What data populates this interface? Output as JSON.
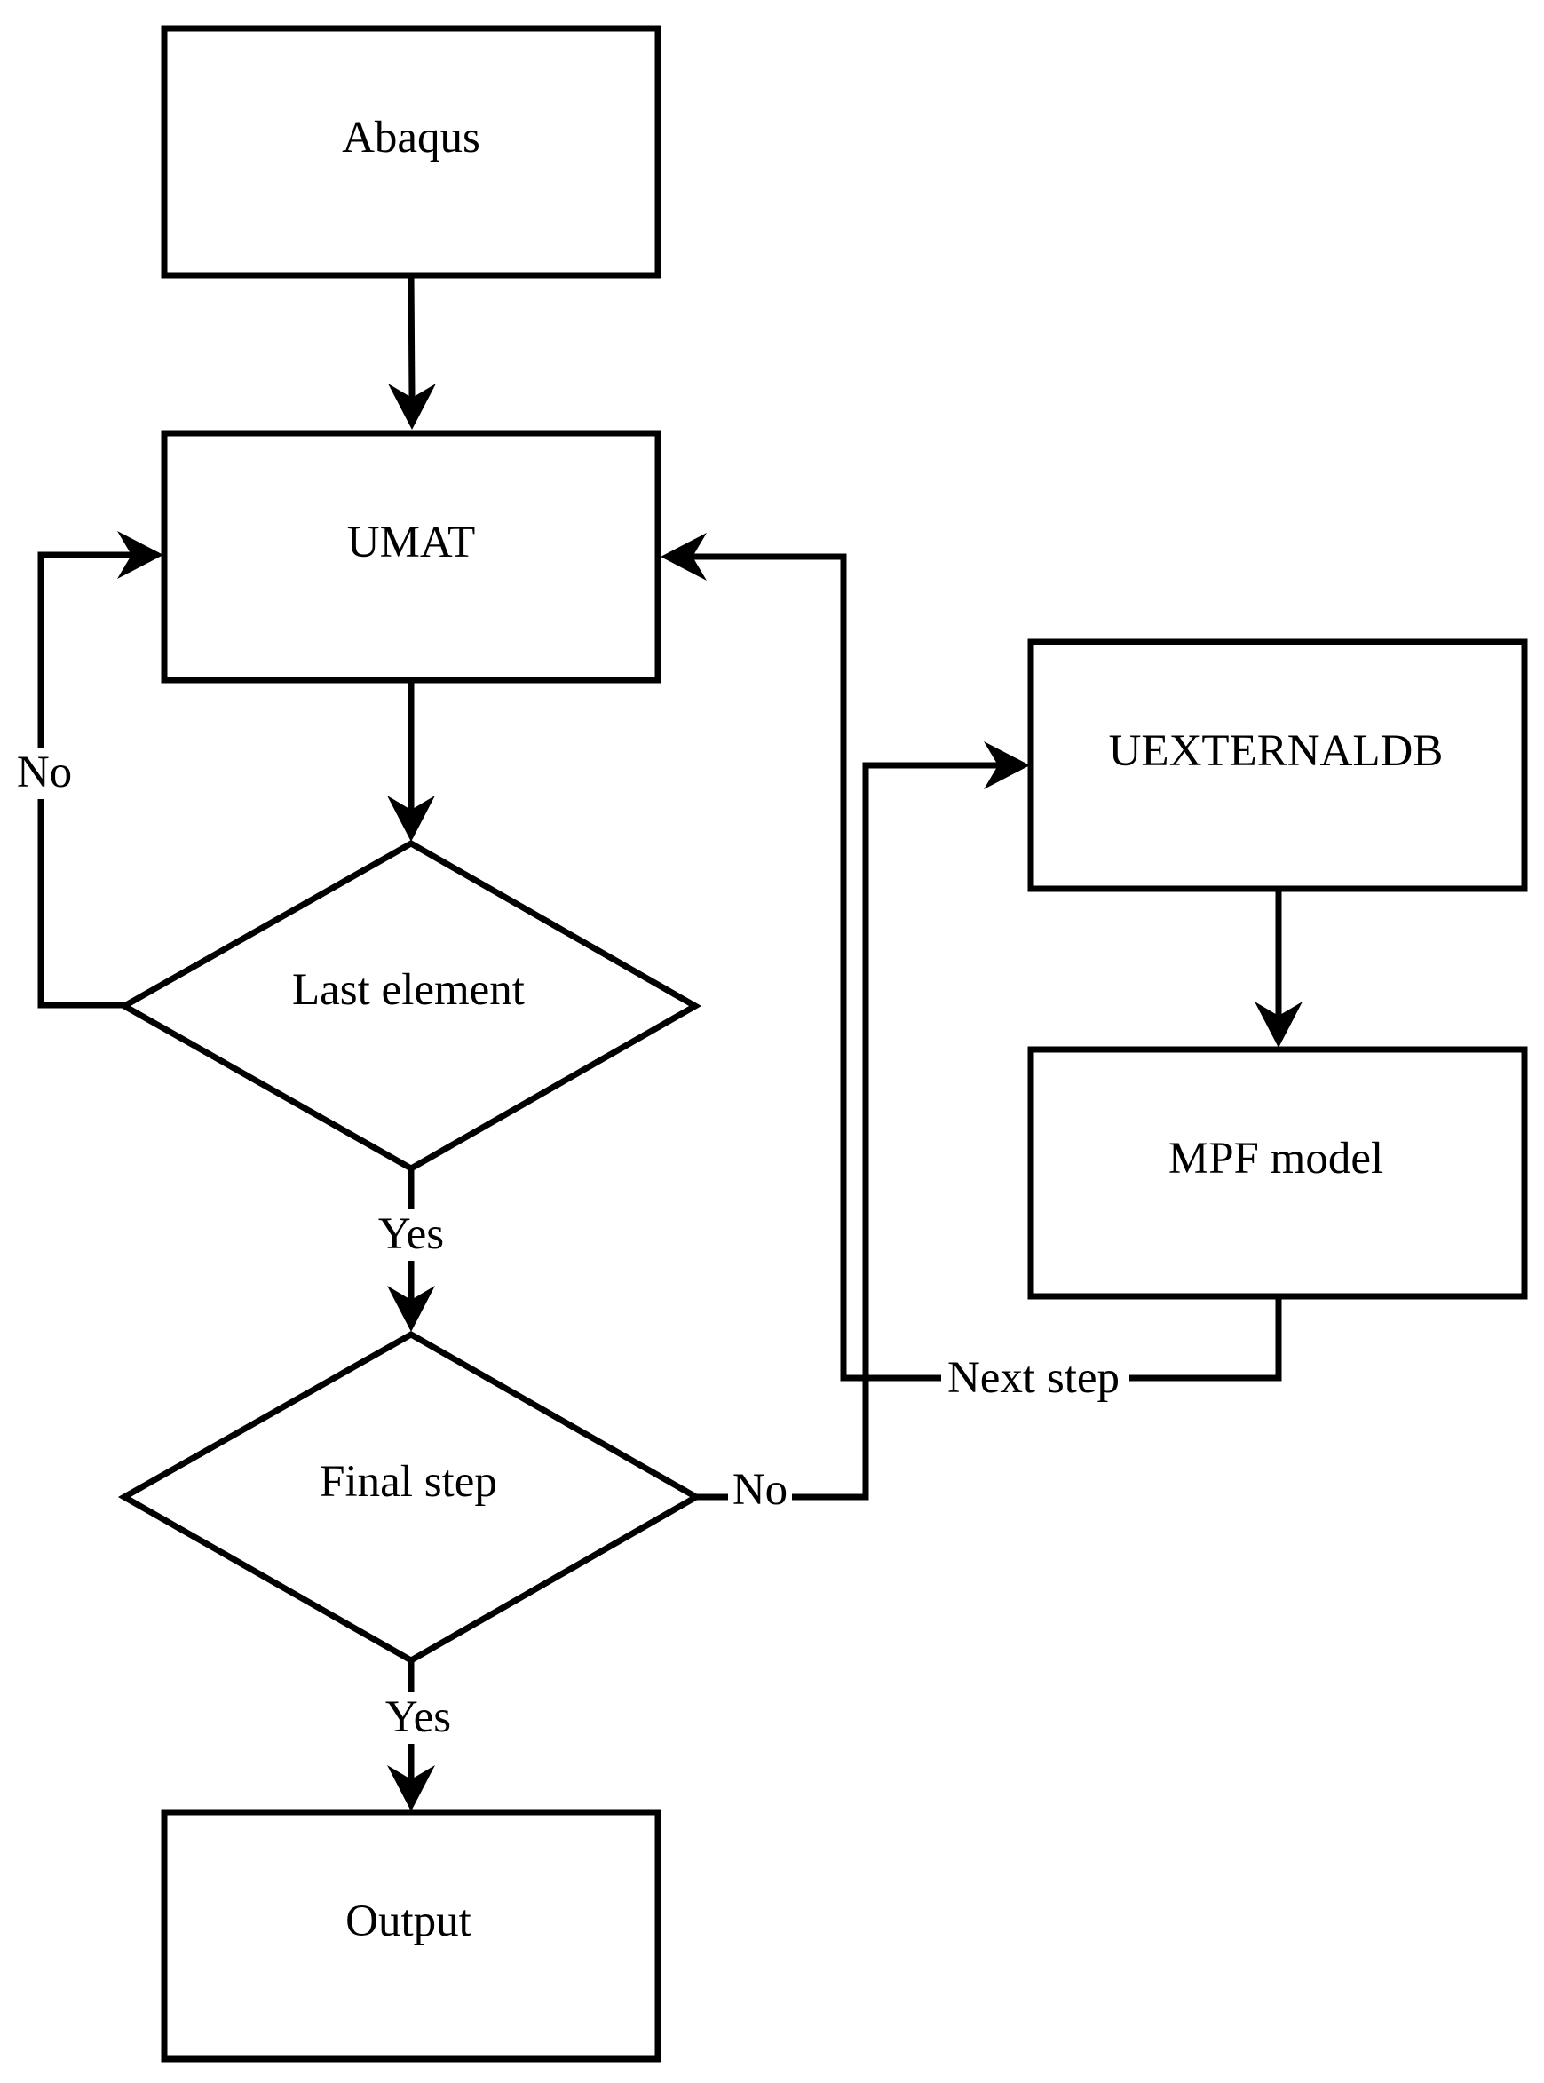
{
  "diagram": {
    "type": "flowchart",
    "nodes": {
      "abaqus": {
        "label": "Abaqus",
        "shape": "rectangle"
      },
      "umat": {
        "label": "UMAT",
        "shape": "rectangle"
      },
      "last_element": {
        "label": "Last element",
        "shape": "diamond"
      },
      "final_step": {
        "label": "Final step",
        "shape": "diamond"
      },
      "output": {
        "label": "Output",
        "shape": "rectangle"
      },
      "uexternaldb": {
        "label": "UEXTERNALDB",
        "shape": "rectangle"
      },
      "mpf_model": {
        "label": "MPF model",
        "shape": "rectangle"
      }
    },
    "edges": {
      "abaqus_to_umat": {
        "from": "Abaqus",
        "to": "UMAT",
        "label": ""
      },
      "umat_to_last_element": {
        "from": "UMAT",
        "to": "Last element",
        "label": ""
      },
      "last_element_no": {
        "from": "Last element",
        "to": "UMAT",
        "label": "No"
      },
      "last_element_yes": {
        "from": "Last element",
        "to": "Final step",
        "label": "Yes"
      },
      "final_step_no": {
        "from": "Final step",
        "to": "UEXTERNALDB",
        "label": "No"
      },
      "final_step_yes": {
        "from": "Final step",
        "to": "Output",
        "label": "Yes"
      },
      "uexternaldb_to_mpf": {
        "from": "UEXTERNALDB",
        "to": "MPF model",
        "label": ""
      },
      "mpf_next_step": {
        "from": "MPF model",
        "to": "UMAT",
        "label": "Next step"
      }
    },
    "colors": {
      "stroke": "#000000",
      "background": "#ffffff"
    }
  }
}
